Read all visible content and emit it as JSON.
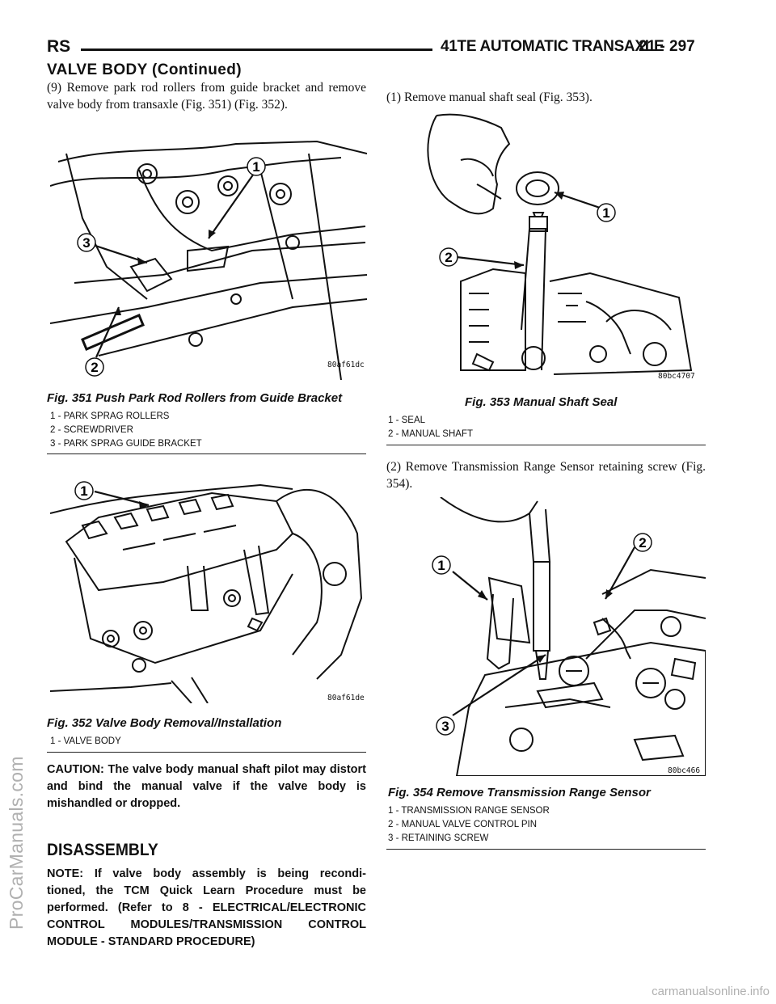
{
  "header": {
    "left": "RS",
    "center": "41TE AUTOMATIC TRANSAXLE",
    "page": "21 - 297",
    "section_title": "VALVE BODY (Continued)"
  },
  "left_col": {
    "step9": "(9) Remove park rod rollers from guide bracket and remove valve body from transaxle (Fig. 351) (Fig. 352).",
    "fig351": {
      "code": "80af61dc",
      "title": "Fig. 351 Push Park Rod Rollers from Guide Bracket",
      "legend": [
        "1 - PARK SPRAG ROLLERS",
        "2 - SCREWDRIVER",
        "3 - PARK SPRAG GUIDE BRACKET"
      ],
      "callouts": [
        "1",
        "2",
        "3"
      ]
    },
    "fig352": {
      "code": "80af61de",
      "title": "Fig. 352 Valve Body Removal/Installation",
      "legend": [
        "1 - VALVE BODY"
      ],
      "callouts": [
        "1"
      ]
    },
    "caution": "CAUTION: The valve body manual shaft pilot may distort and bind the manual valve if the valve body is mishandled or dropped.",
    "disassembly_heading": "DISASSEMBLY",
    "note": "NOTE: If valve body assembly is being reconditioned, the TCM Quick Learn Procedure must be performed. (Refer to 8 - ELECTRICAL/ELECTRONIC CONTROL MODULES/TRANSMISSION CONTROL MODULE - STANDARD PROCEDURE)",
    "note_lines": [
      "NOTE: If valve body assembly is being recondi-",
      "tioned, the TCM Quick Learn Procedure must be",
      "performed. (Refer to 8 - ELECTRICAL/ELECTRONIC",
      "CONTROL MODULES/TRANSMISSION CONTROL",
      "MODULE - STANDARD PROCEDURE)"
    ]
  },
  "right_col": {
    "step1": "(1) Remove manual shaft seal (Fig. 353).",
    "fig353": {
      "code": "80bc4707",
      "title": "Fig. 353 Manual Shaft Seal",
      "legend": [
        "1 - SEAL",
        "2 - MANUAL SHAFT"
      ],
      "callouts": [
        "1",
        "2"
      ]
    },
    "step2": "(2) Remove Transmission Range Sensor retaining screw (Fig. 354).",
    "fig354": {
      "code": "80bc466",
      "title": "Fig. 354 Remove Transmission Range Sensor",
      "legend": [
        "1 - TRANSMISSION RANGE SENSOR",
        "2 - MANUAL VALVE CONTROL PIN",
        "3 - RETAINING SCREW"
      ],
      "callouts": [
        "1",
        "2",
        "3"
      ]
    }
  },
  "watermarks": {
    "side": "ProCarManuals.com",
    "footer": "carmanualsonline.info"
  }
}
